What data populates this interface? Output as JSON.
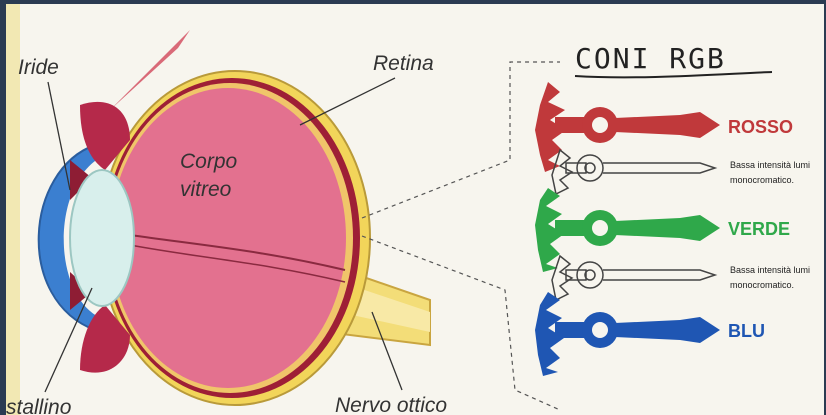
{
  "labels": {
    "iride": "Iride",
    "retina": "Retina",
    "corpo_line1": "Corpo",
    "corpo_line2": "vitreo",
    "cristallino": "stallino",
    "nervo_ottico": "Nervo ottico"
  },
  "coni": {
    "title": "CONI RGB",
    "rosso": "ROSSO",
    "verde": "VERDE",
    "blu": "BLU",
    "note1_line1": "Bassa intensità lumi",
    "note1_line2": "monocromatico.",
    "note2_line1": "Bassa intensità lumi",
    "note2_line2": "monocromatico."
  },
  "colors": {
    "red": "#c0393b",
    "green": "#2fa84a",
    "blue": "#1f56b3",
    "vitreous": "#e3718f",
    "lens": "#d8efec",
    "cornea": "#3b7fd0",
    "sclera_yellow": "#f2d55a",
    "paper": "#f7f5ee"
  }
}
